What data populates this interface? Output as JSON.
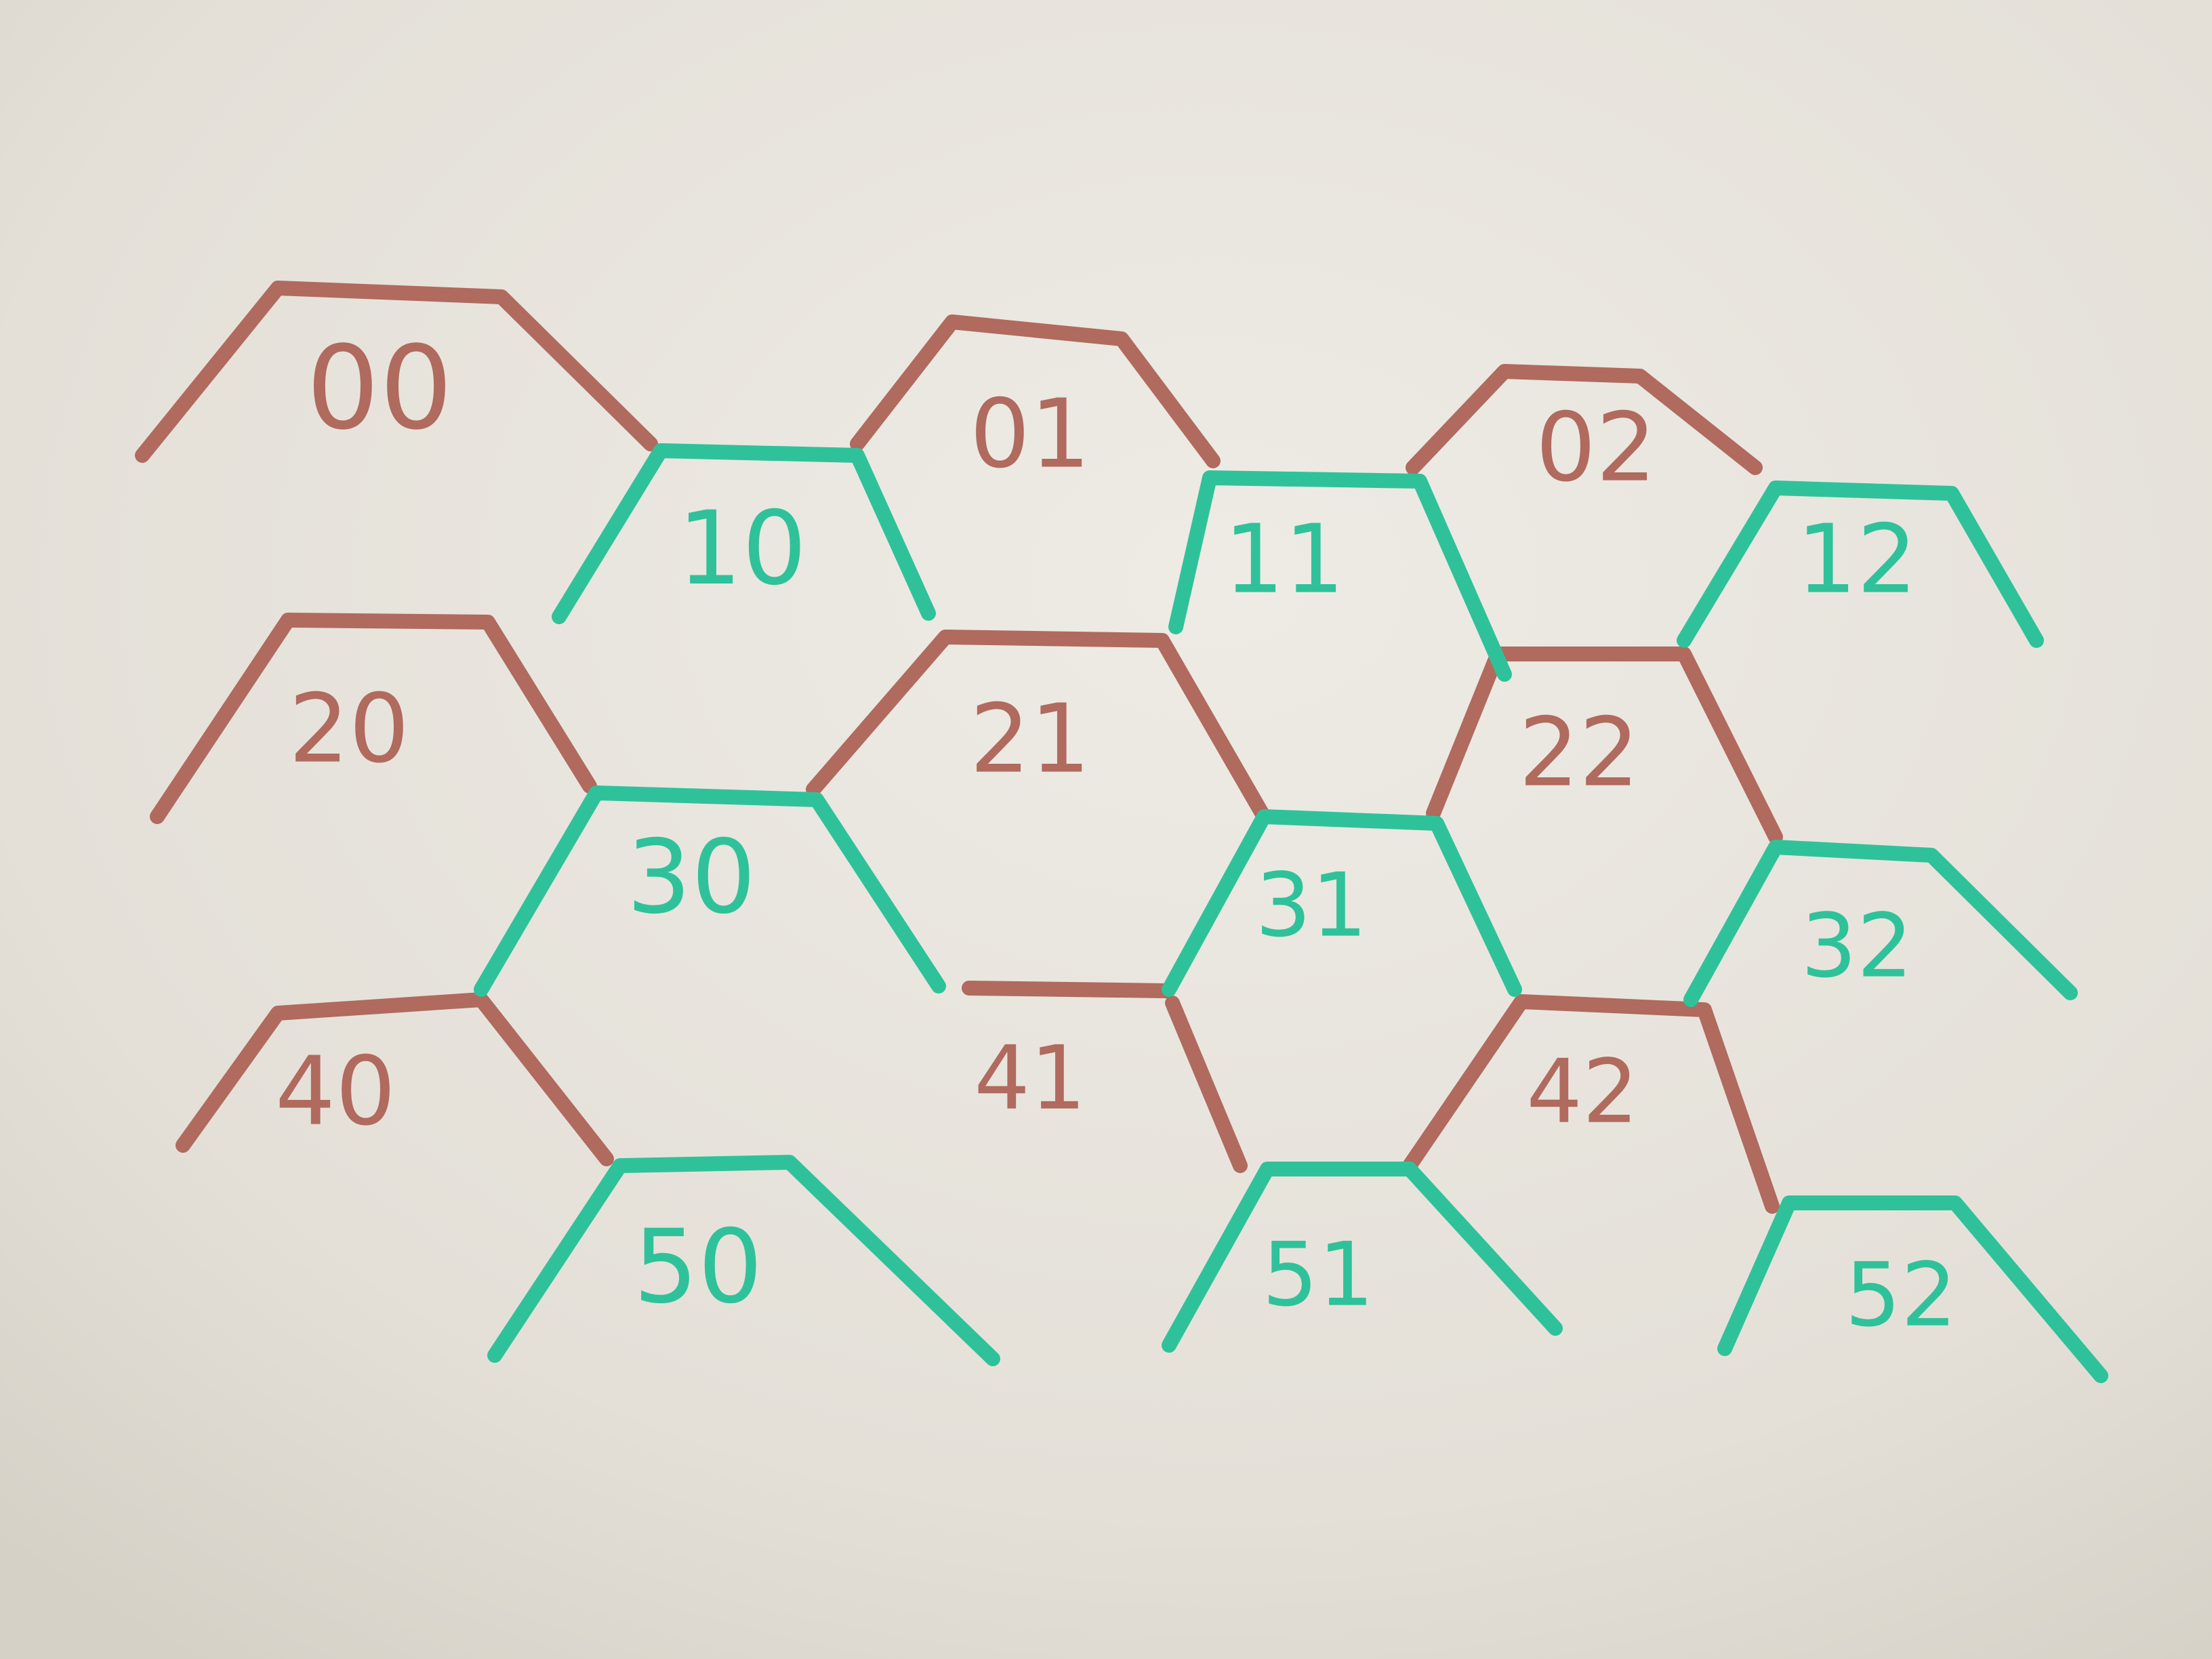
{
  "scene": {
    "description_free": true,
    "colors": {
      "board": "#e9e6df",
      "board_shade": "#d9d5cc",
      "red_marker": "#b06a5e",
      "teal_marker": "#2fc29a"
    }
  },
  "cells": [
    {
      "id": "00",
      "label": "00",
      "marker": "red_marker"
    },
    {
      "id": "01",
      "label": "01",
      "marker": "red_marker"
    },
    {
      "id": "02",
      "label": "02",
      "marker": "red_marker"
    },
    {
      "id": "10",
      "label": "10",
      "marker": "teal_marker"
    },
    {
      "id": "11",
      "label": "11",
      "marker": "teal_marker"
    },
    {
      "id": "12",
      "label": "12",
      "marker": "teal_marker"
    },
    {
      "id": "20",
      "label": "20",
      "marker": "red_marker"
    },
    {
      "id": "21",
      "label": "21",
      "marker": "red_marker"
    },
    {
      "id": "22",
      "label": "22",
      "marker": "red_marker"
    },
    {
      "id": "30",
      "label": "30",
      "marker": "teal_marker"
    },
    {
      "id": "31",
      "label": "31",
      "marker": "teal_marker"
    },
    {
      "id": "32",
      "label": "32",
      "marker": "teal_marker"
    },
    {
      "id": "40",
      "label": "40",
      "marker": "red_marker"
    },
    {
      "id": "41",
      "label": "41",
      "marker": "red_marker"
    },
    {
      "id": "42",
      "label": "42",
      "marker": "red_marker"
    },
    {
      "id": "50",
      "label": "50",
      "marker": "teal_marker"
    },
    {
      "id": "51",
      "label": "51",
      "marker": "teal_marker"
    },
    {
      "id": "52",
      "label": "52",
      "marker": "teal_marker"
    }
  ]
}
